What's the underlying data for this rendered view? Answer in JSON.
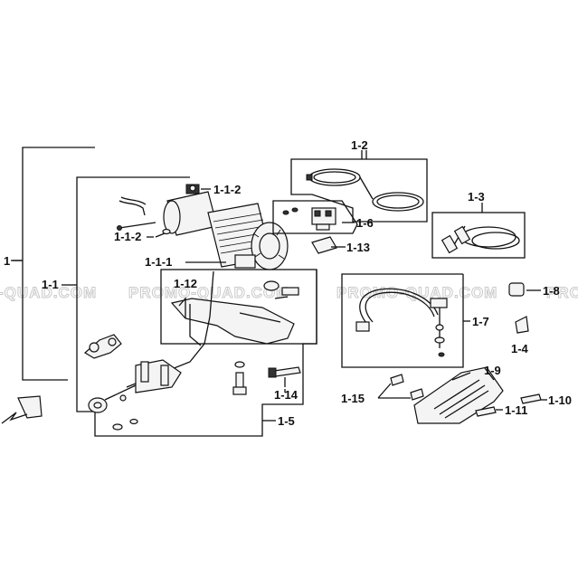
{
  "watermark": {
    "segments": [
      "-QUAD.COM",
      "PROMO-QUAD.COM",
      "PROMO-QUAD.COM",
      "PRO"
    ]
  },
  "labels": {
    "l_1": "1",
    "l_1_1": "1-1",
    "l_1_1_1": "1-1-1",
    "l_1_1_2_top": "1-1-2",
    "l_1_1_2_left": "1-1-2",
    "l_1_2": "1-2",
    "l_1_3": "1-3",
    "l_1_4": "1-4",
    "l_1_5": "1-5",
    "l_1_6": "1-6",
    "l_1_7": "1-7",
    "l_1_8": "1-8",
    "l_1_9": "1-9",
    "l_1_10": "1-10",
    "l_1_11": "1-11",
    "l_1_12": "1-12",
    "l_1_13": "1-13",
    "l_1_14": "1-14",
    "l_1_15": "1-15"
  },
  "colors": {
    "line": "#111111",
    "watermark": "#c9c9c9",
    "part_fill": "#f4f4f4"
  }
}
